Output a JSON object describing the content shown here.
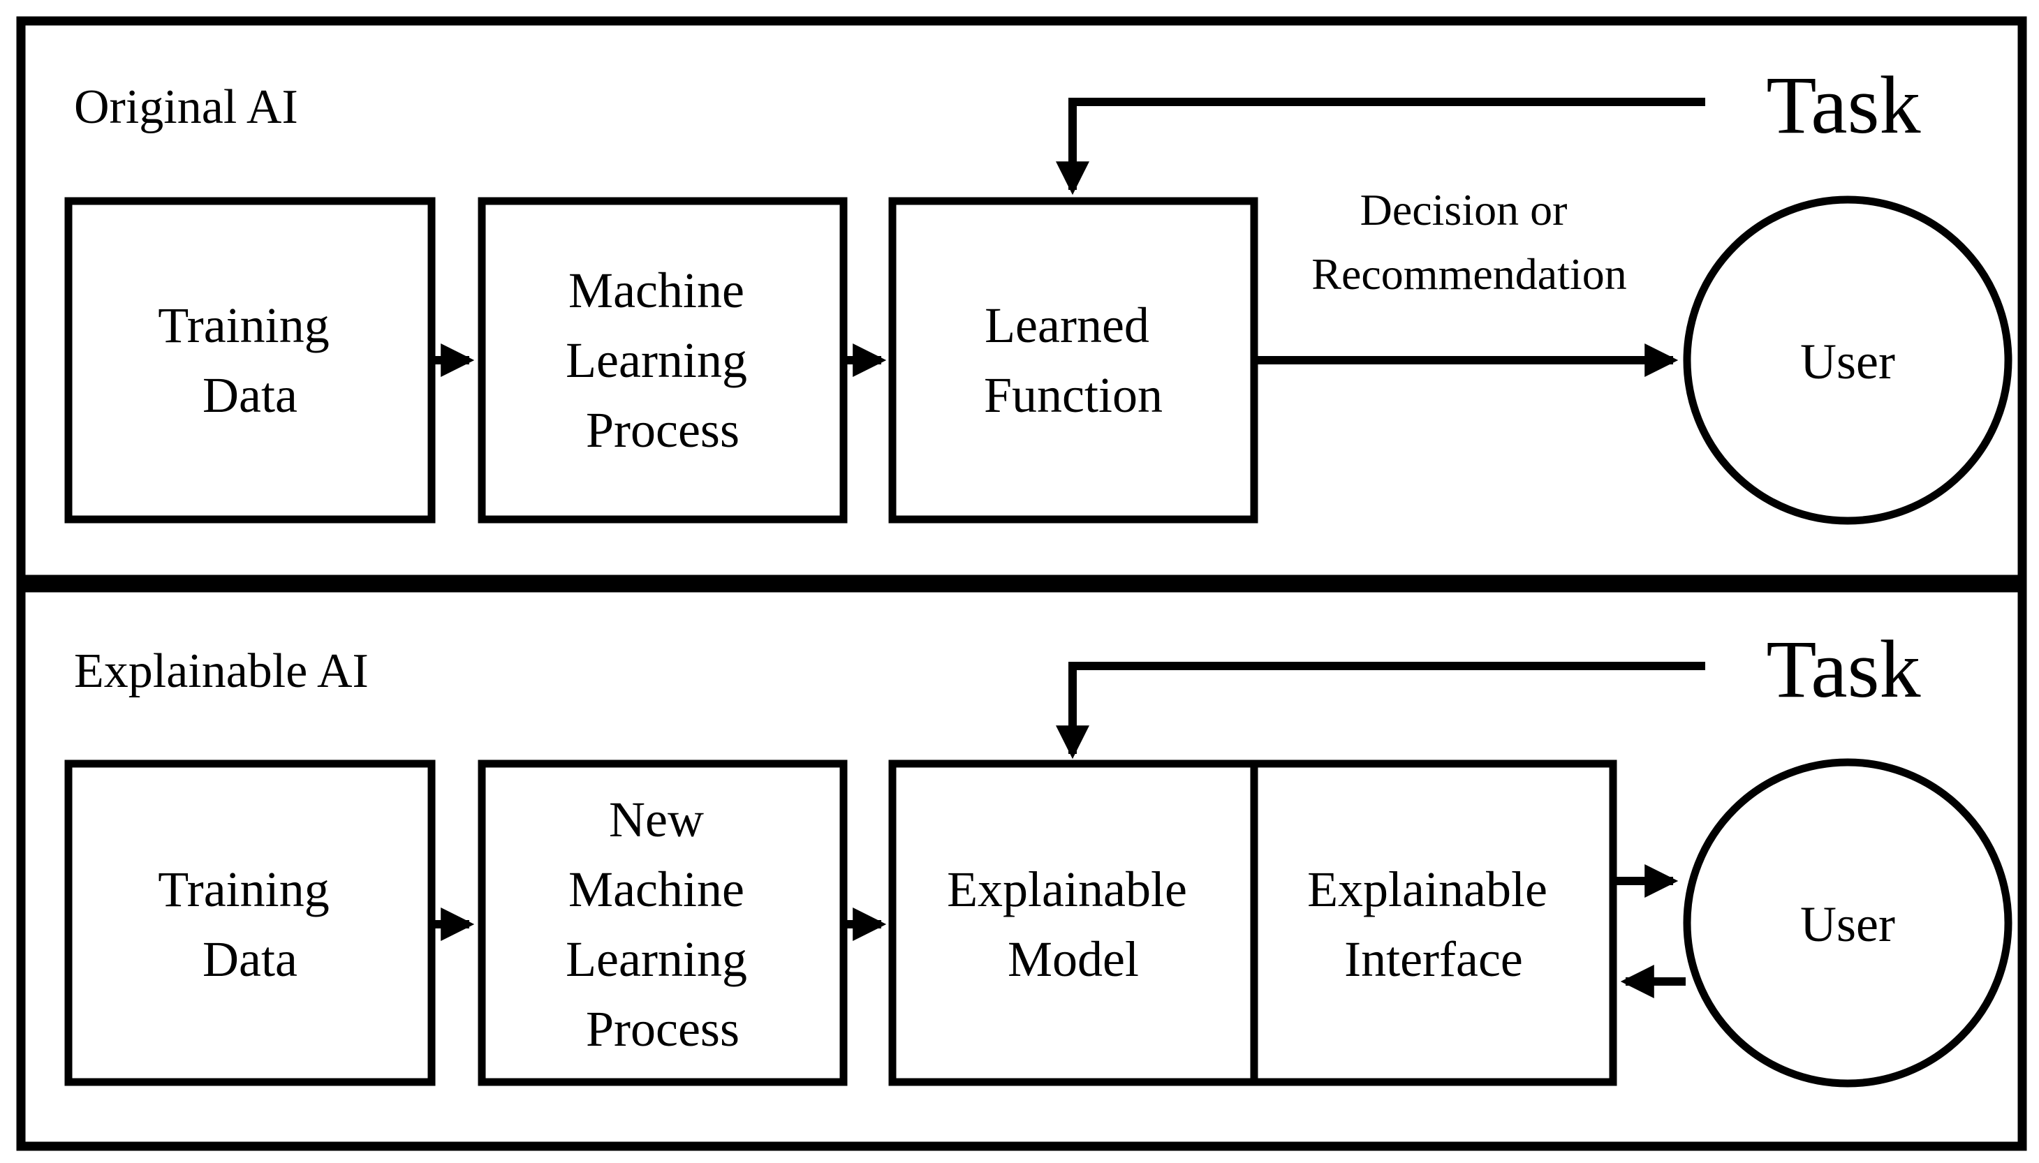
{
  "colors": {
    "ink": "#000000",
    "background": "#ffffff"
  },
  "panels": [
    {
      "title": "Original AI",
      "task": "Task",
      "boxes": [
        {
          "lines": [
            "Training",
            "Data"
          ]
        },
        {
          "lines": [
            "Machine",
            "Learning",
            "Process"
          ]
        },
        {
          "lines": [
            "Learned",
            "Function"
          ]
        }
      ],
      "edge_label": [
        "Decision or",
        "Recommendation"
      ],
      "user": "User"
    },
    {
      "title": "Explainable AI",
      "task": "Task",
      "boxes": [
        {
          "lines": [
            "Training",
            "Data"
          ]
        },
        {
          "lines": [
            "New",
            "Machine",
            "Learning",
            "Process"
          ]
        },
        {
          "lines": [
            "Explainable",
            "Model"
          ]
        },
        {
          "lines": [
            "Explainable",
            "Interface"
          ]
        }
      ],
      "user": "User"
    }
  ]
}
